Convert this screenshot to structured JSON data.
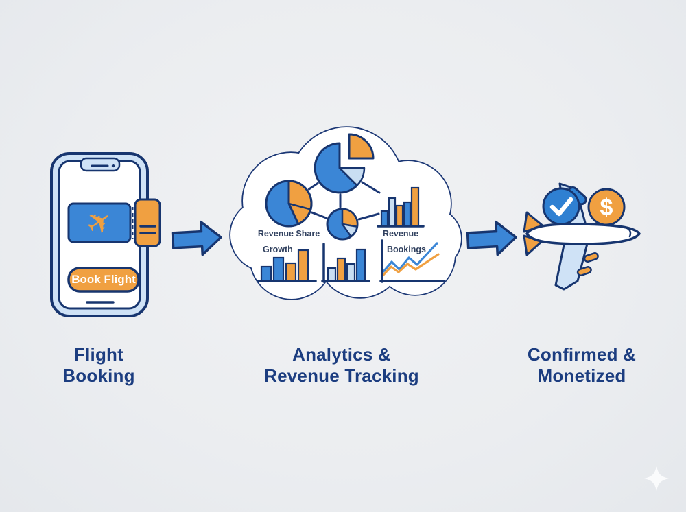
{
  "title": "Flight booking monetization flow diagram",
  "colors": {
    "navy": "#17356f",
    "blue": "#3b86d6",
    "paleBlue": "#c9def2",
    "lightBlue": "#cfe2f6",
    "orange": "#f0a041",
    "white": "#ffffff",
    "labelNavy": "#1c3d80",
    "background": "#ebedf0"
  },
  "steps": [
    {
      "id": "flight-booking",
      "line1": "Flight",
      "line2": "Booking"
    },
    {
      "id": "analytics",
      "line1": "Analytics &",
      "line2": "Revenue Tracking"
    },
    {
      "id": "confirmed",
      "line1": "Confirmed &",
      "line2": "Monetized"
    }
  ],
  "phone": {
    "button_label": "Book Flight"
  },
  "plane": {
    "dollar_sign": "$"
  },
  "cloud": {
    "labels": {
      "revenue_share": "Revenue Share",
      "growth": "Growth",
      "revenue": "Revenue",
      "bookings": "Bookings"
    },
    "charts": {
      "bars": [
        {
          "id": "chart-revenue-bars",
          "baseline": 330,
          "bars": [
            {
              "x": 556,
              "w": 9,
              "h": 22,
              "c": "blue"
            },
            {
              "x": 567,
              "w": 9,
              "h": 41,
              "c": "paleBlue"
            },
            {
              "x": 578,
              "w": 9,
              "h": 30,
              "c": "orange"
            },
            {
              "x": 589,
              "w": 9,
              "h": 35,
              "c": "blue"
            },
            {
              "x": 600,
              "w": 10,
              "h": 56,
              "c": "orange"
            }
          ]
        },
        {
          "id": "chart-growth-bars",
          "baseline": 410,
          "bars": [
            {
              "x": 381,
              "w": 14,
              "h": 21,
              "c": "blue"
            },
            {
              "x": 399,
              "w": 14,
              "h": 34,
              "c": "blue"
            },
            {
              "x": 417,
              "w": 14,
              "h": 26,
              "c": "orange"
            },
            {
              "x": 435,
              "w": 14,
              "h": 45,
              "c": "orange"
            }
          ]
        },
        {
          "id": "chart-center-bars",
          "baseline": 410,
          "bars": [
            {
              "x": 478,
              "w": 11,
              "h": 19,
              "c": "paleBlue"
            },
            {
              "x": 492,
              "w": 11,
              "h": 33,
              "c": "orange"
            },
            {
              "x": 506,
              "w": 11,
              "h": 25,
              "c": "paleBlue"
            },
            {
              "x": 520,
              "w": 12,
              "h": 46,
              "c": "blue"
            }
          ]
        }
      ],
      "lines": [
        {
          "id": "chart-bookings-lines",
          "series": [
            {
              "name": "bookings-line-blue",
              "c": "blue",
              "points": [
                [
                  559,
                  396
                ],
                [
                  571,
                  382
                ],
                [
                  582,
                  393
                ],
                [
                  596,
                  376
                ],
                [
                  608,
                  386
                ],
                [
                  637,
                  355
                ]
              ]
            },
            {
              "name": "bookings-line-orange",
              "c": "orange",
              "points": [
                [
                  558,
                  402
                ],
                [
                  570,
                  389
                ],
                [
                  581,
                  397
                ],
                [
                  594,
                  385
                ],
                [
                  606,
                  393
                ],
                [
                  639,
                  371
                ]
              ]
            }
          ]
        }
      ]
    }
  }
}
